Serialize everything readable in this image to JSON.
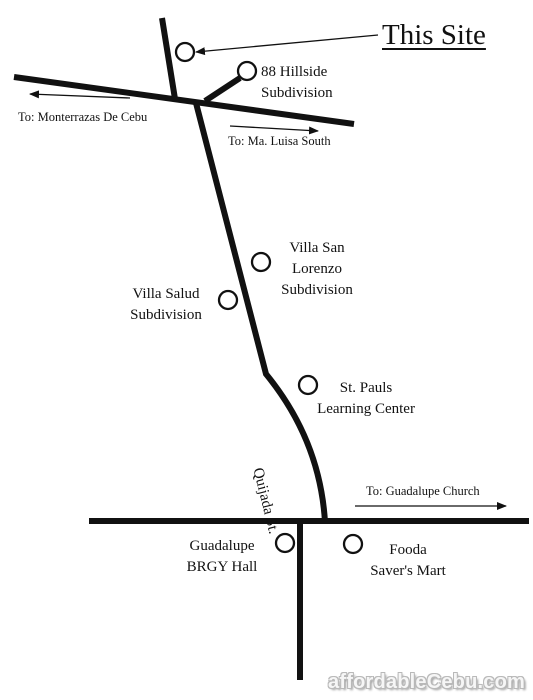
{
  "title": "This Site",
  "places": {
    "hillside": [
      "88 Hillside",
      "Subdivision"
    ],
    "villa_san_lorenzo": [
      "Villa San",
      "Lorenzo",
      "Subdivision"
    ],
    "villa_salud": [
      "Villa Salud",
      "Subdivision"
    ],
    "st_pauls": [
      "St. Pauls",
      "Learning Center"
    ],
    "guadalupe_brgy": [
      "Guadalupe",
      "BRGY Hall"
    ],
    "fooda": [
      "Fooda",
      "Saver's Mart"
    ]
  },
  "directions": {
    "monterrazas": "To: Monterrazas De Cebu",
    "ma_luisa": "To: Ma. Luisa South",
    "guadalupe_church": "To: Guadalupe Church"
  },
  "street": "Quijada St.",
  "watermark": "affordableCebu.com",
  "colors": {
    "ink": "#111111",
    "background": "#ffffff"
  }
}
